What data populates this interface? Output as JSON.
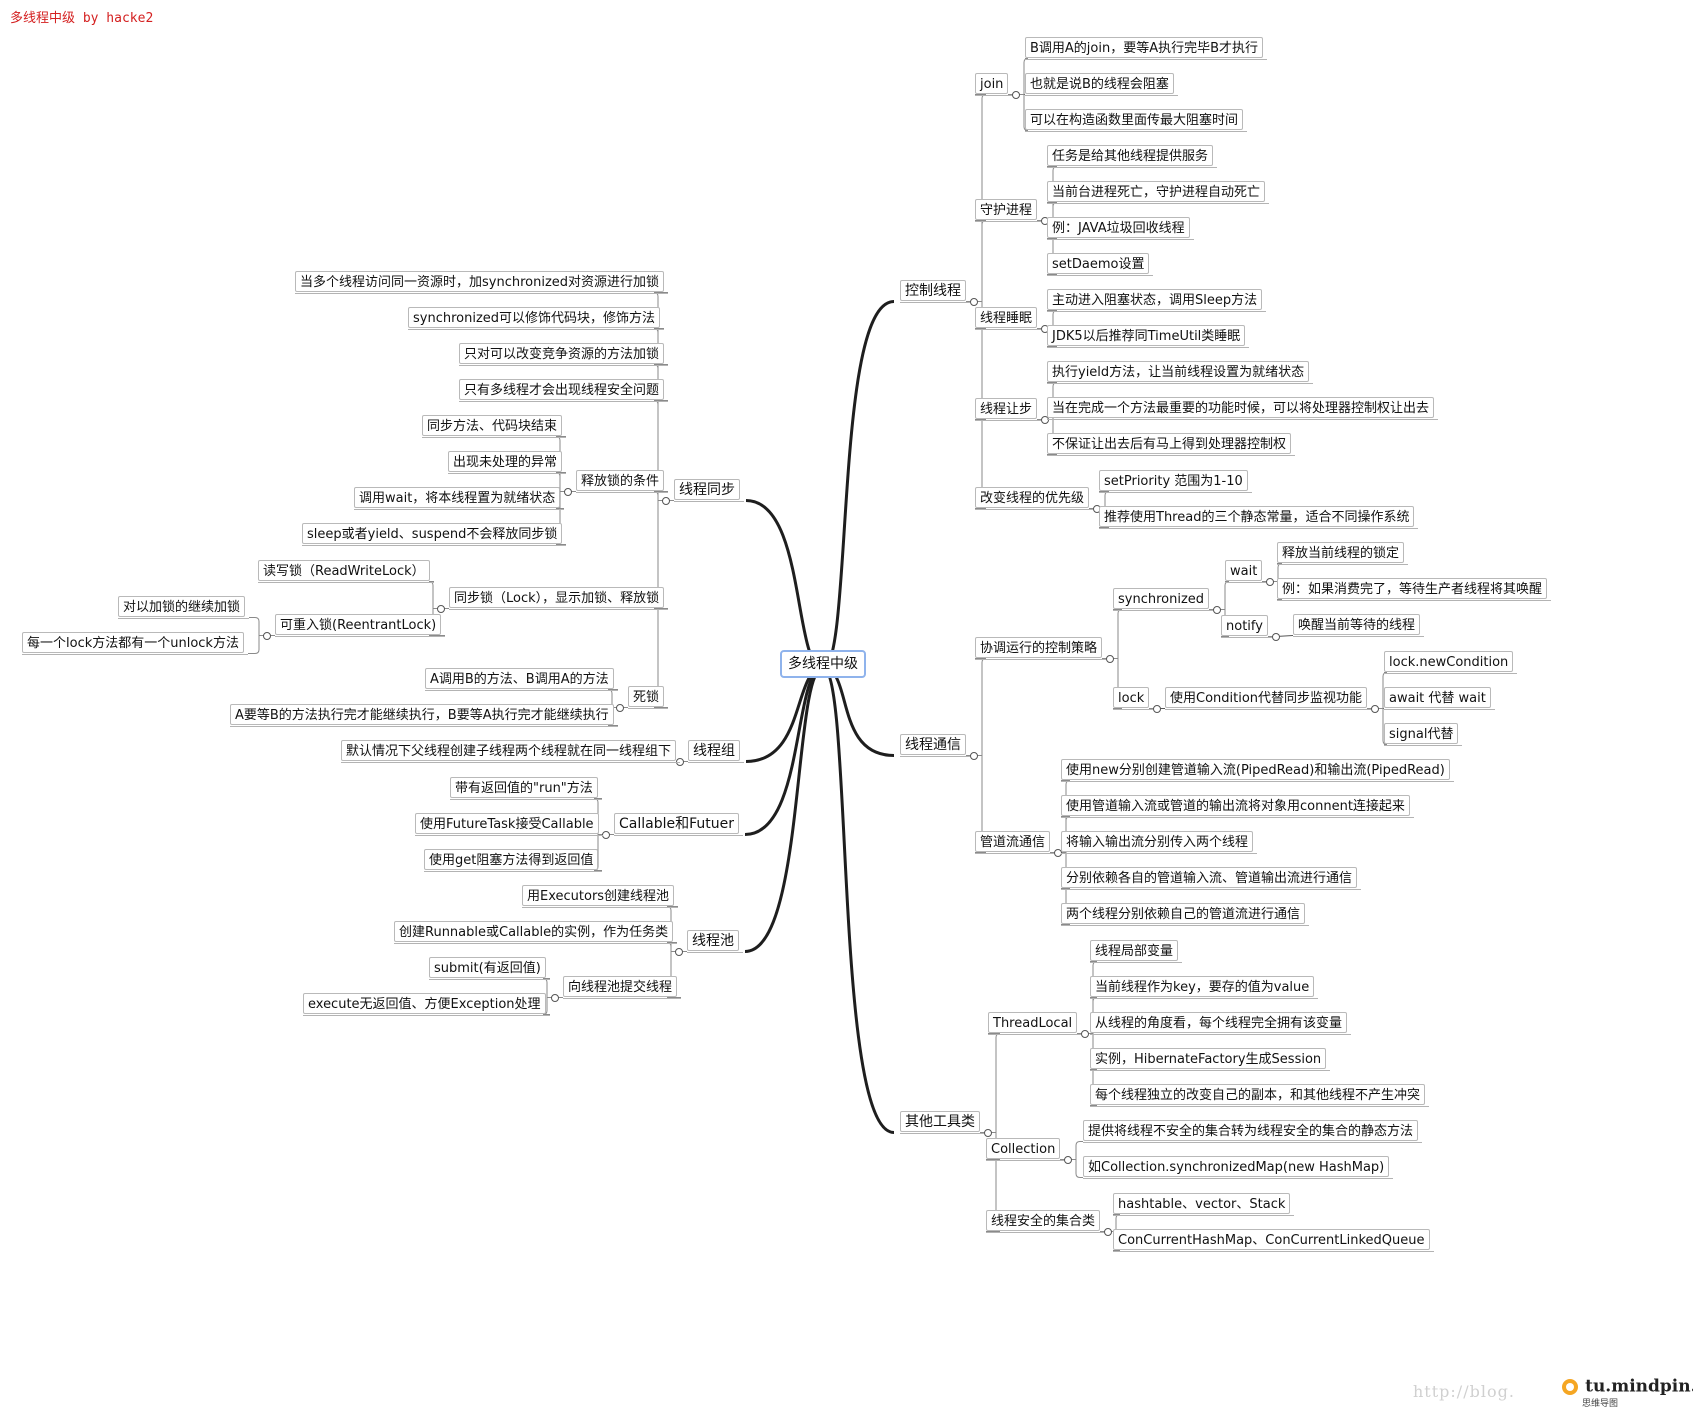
{
  "title": "多线程中级 by hacke2",
  "watermark": "http://blog.",
  "logo": {
    "brand": "tu.mindpin.com",
    "sub": "思维导图"
  },
  "colors": {
    "title": "#d42020",
    "root_border": "#8fb3ec",
    "edge": "#1e1e1e",
    "node_border": "#b9b9b9"
  },
  "mindmap": {
    "root": "多线程中级",
    "right": [
      {
        "label": "控制线程",
        "children": [
          {
            "label": "join",
            "children": [
              {
                "label": "B调用A的join，要等A执行完毕B才执行"
              },
              {
                "label": "也就是说B的线程会阻塞"
              },
              {
                "label": "可以在构造函数里面传最大阻塞时间"
              }
            ]
          },
          {
            "label": "守护进程",
            "children": [
              {
                "label": "任务是给其他线程提供服务"
              },
              {
                "label": "当前台进程死亡，守护进程自动死亡"
              },
              {
                "label": "例：JAVA垃圾回收线程"
              },
              {
                "label": "setDaemo设置"
              }
            ]
          },
          {
            "label": "线程睡眠",
            "children": [
              {
                "label": "主动进入阻塞状态，调用Sleep方法"
              },
              {
                "label": "JDK5以后推荐同TimeUtil类睡眠"
              }
            ]
          },
          {
            "label": "线程让步",
            "children": [
              {
                "label": "执行yield方法，让当前线程设置为就绪状态"
              },
              {
                "label": "当在完成一个方法最重要的功能时候，可以将处理器控制权让出去"
              },
              {
                "label": "不保证让出去后有马上得到处理器控制权"
              }
            ]
          },
          {
            "label": "改变线程的优先级",
            "children": [
              {
                "label": "setPriority 范围为1-10"
              },
              {
                "label": "推荐使用Thread的三个静态常量，适合不同操作系统"
              }
            ]
          }
        ]
      },
      {
        "label": "线程通信",
        "children": [
          {
            "label": "协调运行的控制策略",
            "children": [
              {
                "label": "synchronized",
                "children": [
                  {
                    "label": "wait",
                    "children": [
                      {
                        "label": "释放当前线程的锁定"
                      },
                      {
                        "label": "例：如果消费完了，等待生产者线程将其唤醒"
                      }
                    ]
                  },
                  {
                    "label": "notify",
                    "children": [
                      {
                        "label": "唤醒当前等待的线程"
                      }
                    ]
                  }
                ]
              },
              {
                "label": "lock",
                "children": [
                  {
                    "label": "使用Condition代替同步监视功能",
                    "children": [
                      {
                        "label": "lock.newCondition"
                      },
                      {
                        "label": "await 代替 wait"
                      },
                      {
                        "label": "signal代替"
                      }
                    ]
                  }
                ]
              }
            ]
          },
          {
            "label": "管道流通信",
            "children": [
              {
                "label": "使用new分别创建管道输入流(PipedRead)和输出流(PipedRead)"
              },
              {
                "label": "使用管道输入流或管道的输出流将对象用connent连接起来"
              },
              {
                "label": "将输入输出流分别传入两个线程"
              },
              {
                "label": "分别依赖各自的管道输入流、管道输出流进行通信"
              },
              {
                "label": "两个线程分别依赖自己的管道流进行通信"
              }
            ]
          }
        ]
      },
      {
        "label": "其他工具类",
        "children": [
          {
            "label": "ThreadLocal",
            "children": [
              {
                "label": "线程局部变量"
              },
              {
                "label": "当前线程作为key，要存的值为value"
              },
              {
                "label": "从线程的角度看，每个线程完全拥有该变量"
              },
              {
                "label": "实例，HibernateFactory生成Session"
              },
              {
                "label": "每个线程独立的改变自己的副本，和其他线程不产生冲突"
              }
            ]
          },
          {
            "label": "Collection",
            "children": [
              {
                "label": "提供将线程不安全的集合转为线程安全的集合的静态方法"
              },
              {
                "label": "如Collection.synchronizedMap(new HashMap)"
              }
            ]
          },
          {
            "label": "线程安全的集合类",
            "children": [
              {
                "label": "hashtable、vector、Stack"
              },
              {
                "label": "ConCurrentHashMap、ConCurrentLinkedQueue"
              }
            ]
          }
        ]
      }
    ],
    "left": [
      {
        "label": "线程同步",
        "children": [
          {
            "label": "当多个线程访问同一资源时，加synchronized对资源进行加锁"
          },
          {
            "label": "synchronized可以修饰代码块，修饰方法"
          },
          {
            "label": "只对可以改变竞争资源的方法加锁"
          },
          {
            "label": "只有多线程才会出现线程安全问题"
          },
          {
            "label": "释放锁的条件",
            "children": [
              {
                "label": "同步方法、代码块结束"
              },
              {
                "label": "出现未处理的异常"
              },
              {
                "label": "调用wait，将本线程置为就绪状态"
              },
              {
                "label": "sleep或者yield、suspend不会释放同步锁"
              }
            ]
          },
          {
            "label": "同步锁（Lock），显示加锁、释放锁",
            "children": [
              {
                "label": "读写锁（ReadWriteLock）"
              },
              {
                "label": "可重入锁(ReentrantLock)",
                "children": [
                  {
                    "label": "对以加锁的继续加锁"
                  },
                  {
                    "label": "每一个lock方法都有一个unlock方法"
                  }
                ]
              }
            ]
          },
          {
            "label": "死锁",
            "children": [
              {
                "label": "A调用B的方法、B调用A的方法"
              },
              {
                "label": "A要等B的方法执行完才能继续执行，B要等A执行完才能继续执行"
              }
            ]
          }
        ]
      },
      {
        "label": "线程组",
        "children": [
          {
            "label": "默认情况下父线程创建子线程两个线程就在同一线程组下"
          }
        ]
      },
      {
        "label": "Callable和Futuer",
        "children": [
          {
            "label": "带有返回值的\"run\"方法"
          },
          {
            "label": "使用FutureTask接受Callable"
          },
          {
            "label": "使用get阻塞方法得到返回值"
          }
        ]
      },
      {
        "label": "线程池",
        "children": [
          {
            "label": "用Executors创建线程池"
          },
          {
            "label": "创建Runnable或Callable的实例，作为任务类"
          },
          {
            "label": "向线程池提交线程",
            "children": [
              {
                "label": "submit(有返回值)"
              },
              {
                "label": "execute无返回值、方便Exception处理"
              }
            ]
          }
        ]
      }
    ]
  }
}
